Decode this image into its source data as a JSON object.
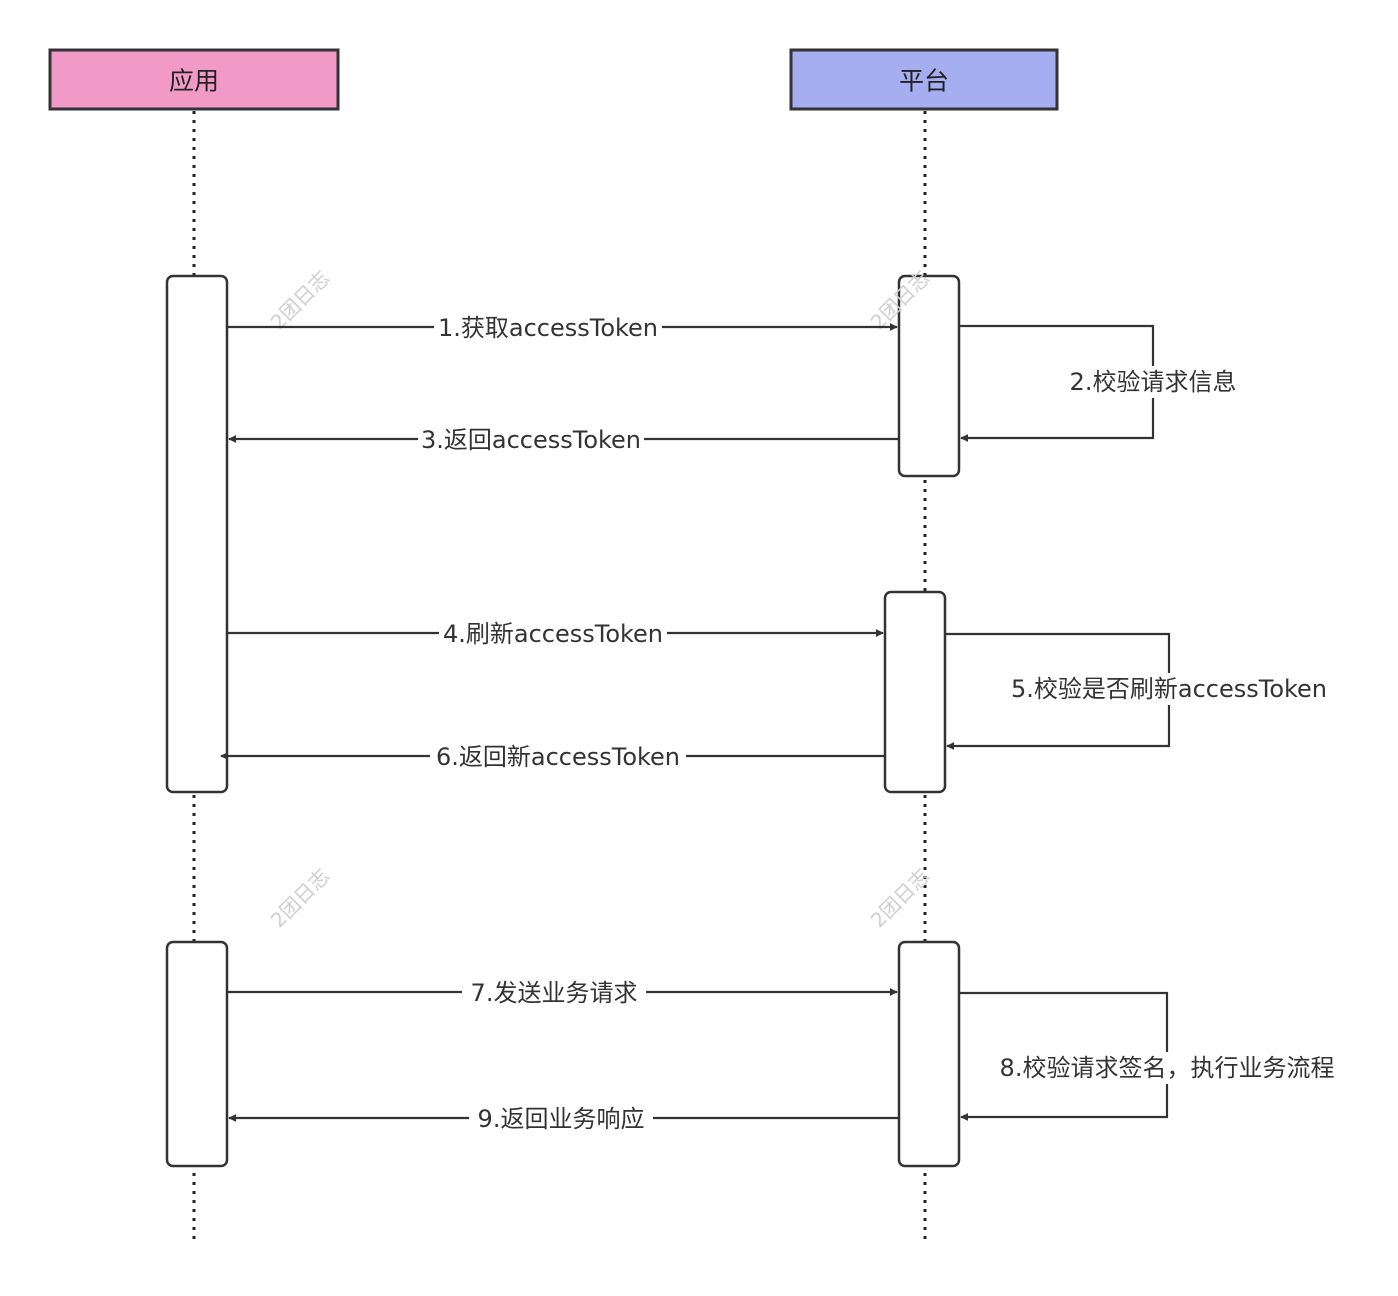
{
  "actors": [
    {
      "id": "app",
      "label": "应用",
      "color": "#f19ac8"
    },
    {
      "id": "platform",
      "label": "平台",
      "color": "#a4aef1"
    }
  ],
  "messages": [
    {
      "id": "m1",
      "label": "1.获取accessToken"
    },
    {
      "id": "m2",
      "label": "2.校验请求信息"
    },
    {
      "id": "m3",
      "label": "3.返回accessToken"
    },
    {
      "id": "m4",
      "label": "4.刷新accessToken"
    },
    {
      "id": "m5",
      "label": "5.校验是否刷新accessToken"
    },
    {
      "id": "m6",
      "label": "6.返回新accessToken"
    },
    {
      "id": "m7",
      "label": "7.发送业务请求"
    },
    {
      "id": "m8",
      "label": "8.校验请求签名，执行业务流程"
    },
    {
      "id": "m9",
      "label": "9.返回业务响应"
    }
  ],
  "watermark": "2团日志",
  "colors": {
    "line": "#333333",
    "text": "#333333",
    "watermark": "#cfcfcf"
  }
}
